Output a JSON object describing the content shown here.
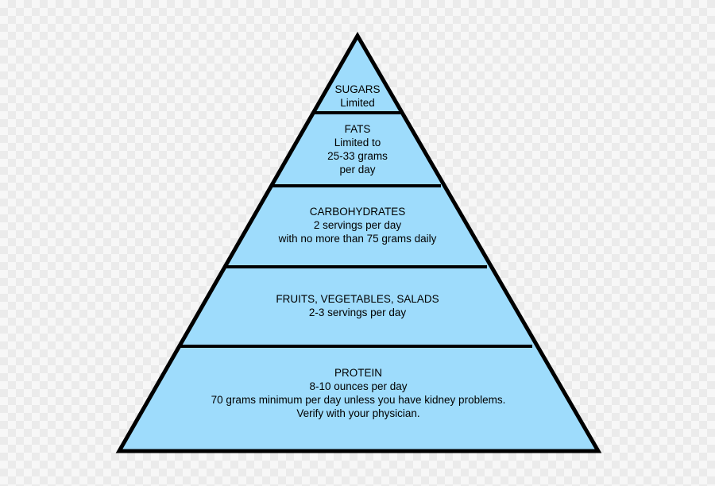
{
  "diagram": {
    "colors": {
      "fill": "#9edcfc",
      "outline": "#000000"
    },
    "tiers": [
      {
        "id": "sugars",
        "lines": [
          "SUGARS",
          "Limited"
        ]
      },
      {
        "id": "fats",
        "lines": [
          "FATS",
          "Limited to",
          "25-33 grams",
          "per day"
        ]
      },
      {
        "id": "carbohydrates",
        "lines": [
          "CARBOHYDRATES",
          "2 servings per day",
          "with no more than 75 grams daily"
        ]
      },
      {
        "id": "fruits-vegetables-salads",
        "lines": [
          "FRUITS, VEGETABLES, SALADS",
          "2-3 servings per day"
        ]
      },
      {
        "id": "protein",
        "lines": [
          "PROTEIN",
          "8-10 ounces per day",
          "70 grams minimum per day unless you have kidney problems.",
          "Verify with your physician."
        ]
      }
    ]
  }
}
